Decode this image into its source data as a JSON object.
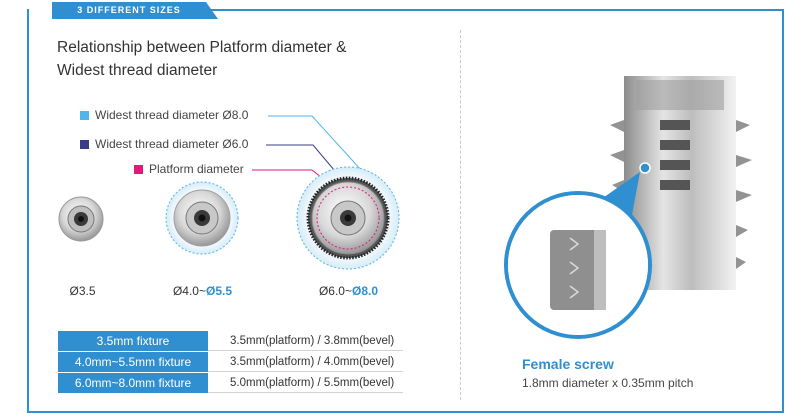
{
  "header": {
    "tab_label": "3 DIFFERENT SIZES"
  },
  "title": {
    "line1": "Relationship between Platform diameter &",
    "line2": "Widest thread diameter"
  },
  "legend": [
    {
      "label": "Widest thread diameter Ø8.0",
      "color": "#4fb6ea"
    },
    {
      "label": "Widest thread diameter Ø6.0",
      "color": "#3a3d86"
    },
    {
      "label": "Platform diameter",
      "color": "#e5177b"
    }
  ],
  "sizes": [
    {
      "label": "Ø3.5",
      "accent": ""
    },
    {
      "label": "Ø4.0~",
      "accent": "Ø5.5"
    },
    {
      "label": "Ø6.0~",
      "accent": "Ø8.0"
    }
  ],
  "specs": [
    {
      "name": "3.5mm fixture",
      "value": "3.5mm(platform) / 3.8mm(bevel)"
    },
    {
      "name": "4.0mm~5.5mm fixture",
      "value": "3.5mm(platform) / 4.0mm(bevel)"
    },
    {
      "name": "6.0mm~8.0mm fixture",
      "value": "5.0mm(platform) / 5.5mm(bevel)"
    }
  ],
  "screw": {
    "title": "Female screw",
    "desc": "1.8mm diameter x 0.35mm pitch"
  },
  "colors": {
    "accent": "#2f8fd1",
    "light_blue": "#4fb6ea",
    "navy": "#3a3d86",
    "magenta": "#e5177b"
  }
}
